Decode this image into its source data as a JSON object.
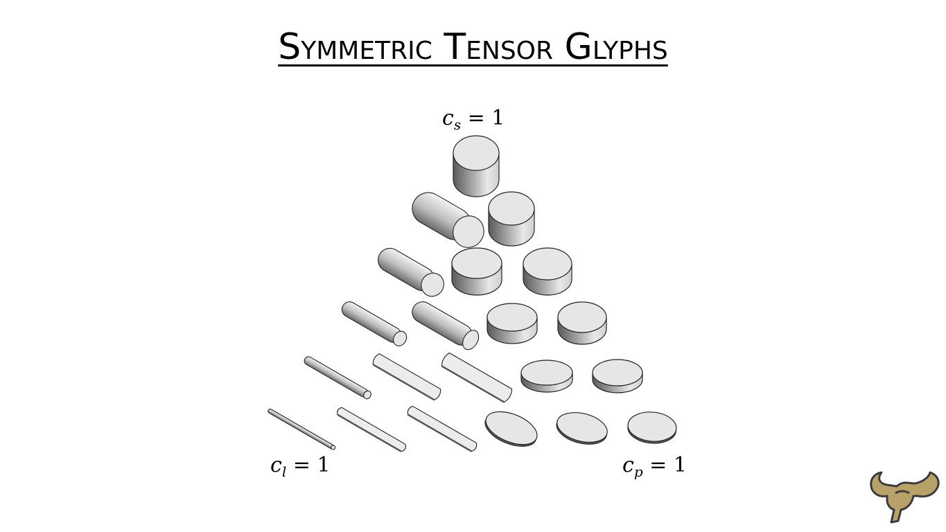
{
  "slide": {
    "title": "Symmetric Tensor Glyphs"
  },
  "diagram": {
    "corner_labels": {
      "top": {
        "var": "c",
        "sub": "s",
        "rhs": "= 1"
      },
      "bottom_left": {
        "var": "c",
        "sub": "l",
        "rhs": "= 1"
      },
      "bottom_right": {
        "var": "c",
        "sub": "p",
        "rhs": "= 1"
      }
    },
    "glyph_shape": "superquadric-cylinder",
    "rows": 6,
    "colors": {
      "top_face": "#e6e6e6",
      "side_dark": "#6e6e6e",
      "side_light": "#f2f2f2",
      "outline": "#222222"
    }
  },
  "logo": {
    "icon": "bull-horns-logo",
    "colors": {
      "fill": "#b8a26a",
      "outline": "#3b3b3b"
    }
  }
}
